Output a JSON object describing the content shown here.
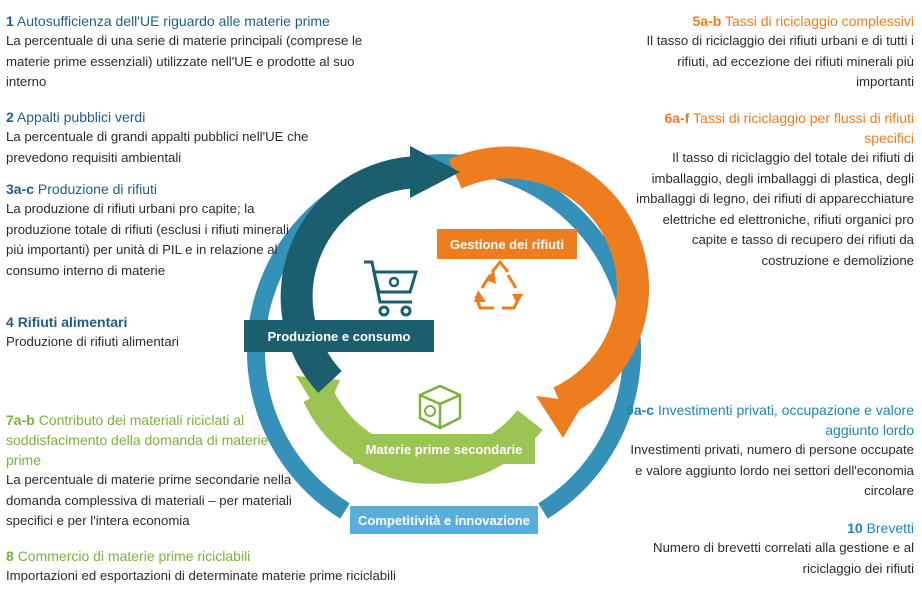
{
  "left_items": [
    {
      "num": "1",
      "title": "Autosufficienza dell'UE riguardo alle materie prime",
      "desc": "La percentuale di una serie di materie principali (comprese le materie prime essenziali) utilizzate nell'UE e prodotte al suo interno"
    },
    {
      "num": "2",
      "title": "Appalti pubblici verdi",
      "desc": "La percentuale di grandi appalti pubblici nell'UE che prevedono requisiti ambientali"
    },
    {
      "num": "3a-c",
      "title": "Produzione di rifiuti",
      "desc": "La produzione di rifiuti urbani pro capite; la produzione totale di rifiuti (esclusi i rifiuti minerali più importanti) per unità di PIL e in relazione al consumo interno di materie"
    },
    {
      "num": "4",
      "title": "Rifiuti alimentari",
      "desc": "Produzione di rifiuti alimentari"
    },
    {
      "num": "7a-b",
      "title": "Contributo dei materiali riciclati al soddisfacimento della domanda di materie prime",
      "desc": "La percentuale di materie prime secondarie nella domanda complessiva di materiali – per materiali specifici e per l'intera economia"
    },
    {
      "num": "8",
      "title": "Commercio di materie prime riciclabili",
      "desc": "Importazioni ed esportazioni di determinate materie prime riciclabili"
    }
  ],
  "right_items": [
    {
      "num": "5a-b",
      "title": "Tassi di riciclaggio complessivi",
      "desc": "Il tasso di riciclaggio dei rifiuti urbani e di tutti i rifiuti, ad eccezione dei rifiuti minerali più importanti"
    },
    {
      "num": "6a-f",
      "title": "Tassi di riciclaggio per flussi di rifiuti specifici",
      "desc": "Il tasso di riciclaggio del totale dei rifiuti di imballaggio, degli imballaggi di plastica, degli imballaggi di legno, dei rifiuti di apparecchiature elettriche ed elettroniche, rifiuti organici pro capite e tasso di recupero dei rifiuti da costruzione e demolizione"
    },
    {
      "num": "9a-c",
      "title": "Investimenti privati, occupazione e valore aggiunto lordo",
      "desc": "Investimenti privati, numero di persone occupate e valore aggiunto lordo nei settori dell'economia circolare"
    },
    {
      "num": "10",
      "title": "Brevetti",
      "desc": "Numero di brevetti correlati alla gestione e al riciclaggio dei rifiuti"
    }
  ],
  "cycle": {
    "production": "Produzione e consumo",
    "waste": "Gestione dei rifiuti",
    "secondary": "Materie prime secondarie",
    "competitiveness": "Competitività e innovazione"
  },
  "icons": [
    "shopping-cart-icon",
    "recycle-icon",
    "recycled-box-icon"
  ],
  "colors": {
    "outer_ring": "#3591b8",
    "production": "#1b5f6e",
    "waste": "#ee7d1f",
    "secondary": "#9bc453",
    "competitiveness": "#5aaedc"
  }
}
